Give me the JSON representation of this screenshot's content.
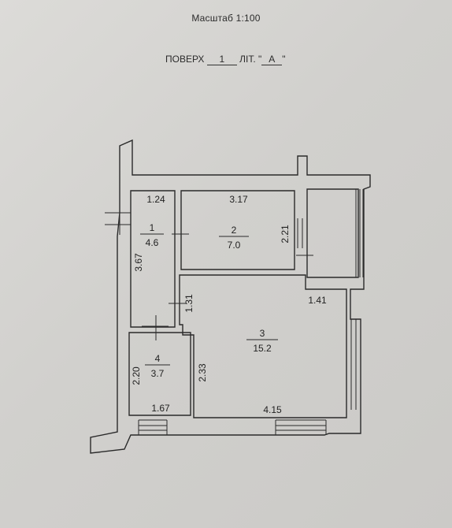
{
  "header": {
    "scale": "Масштаб 1:100",
    "floor_label": "ПОВЕРХ",
    "floor_number": "1",
    "litera_label": "ЛІТ. \"",
    "litera_value": "А",
    "litera_close": "\""
  },
  "rooms": [
    {
      "number": "1",
      "area": "4.6"
    },
    {
      "number": "2",
      "area": "7.0"
    },
    {
      "number": "3",
      "area": "15.2"
    },
    {
      "number": "4",
      "area": "3.7"
    }
  ],
  "dimensions": {
    "d_124": "1.24",
    "d_317": "3.17",
    "d_221": "2.21",
    "d_367": "3.67",
    "d_131": "1.31",
    "d_141": "1.41",
    "d_233": "2.33",
    "d_220": "2.20",
    "d_167": "1.67",
    "d_415": "4.15"
  }
}
